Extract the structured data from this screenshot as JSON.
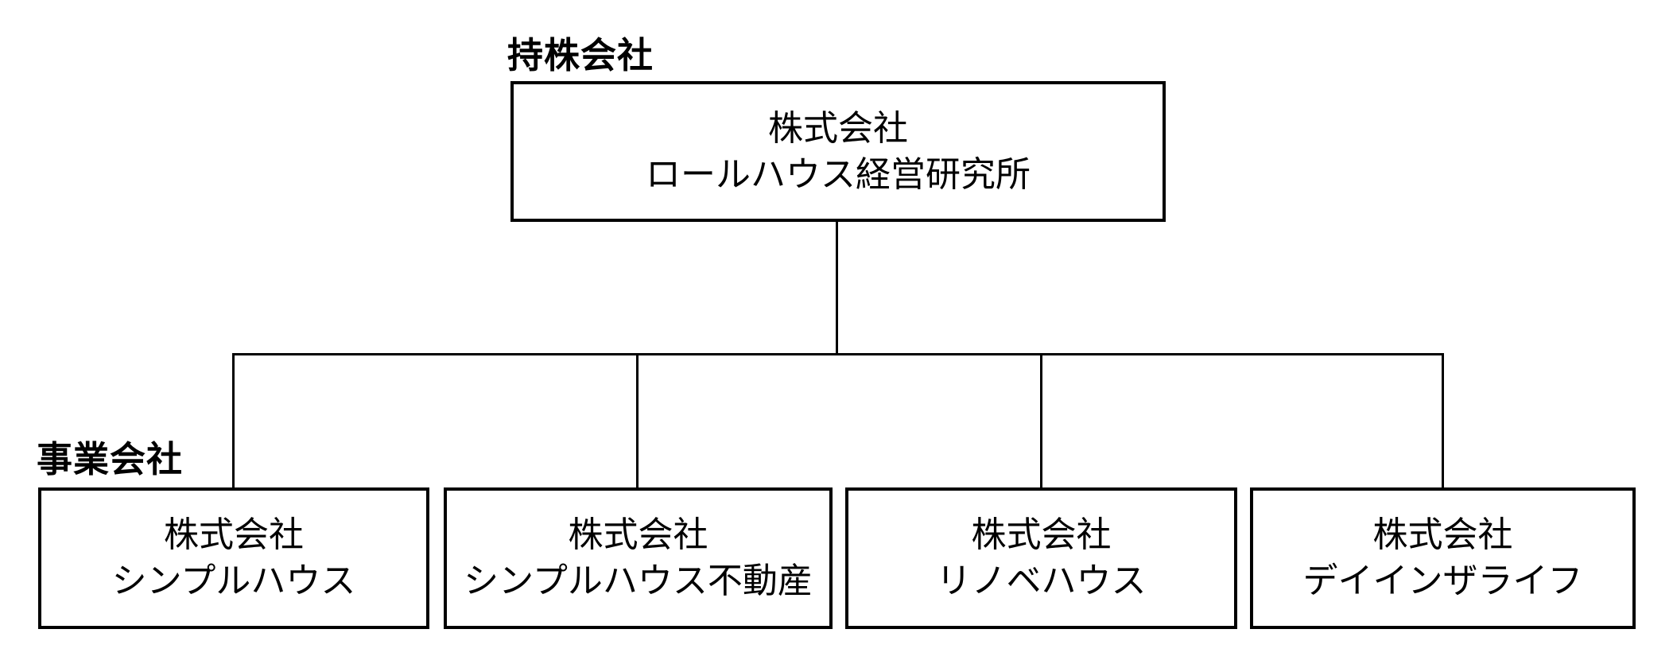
{
  "diagram": {
    "type": "org-chart",
    "tiers": {
      "holding_label": "持株会社",
      "business_label": "事業会社"
    },
    "holding_company": {
      "line1": "株式会社",
      "line2": "ロールハウス経営研究所"
    },
    "subsidiaries": [
      {
        "line1": "株式会社",
        "line2": "シンプルハウス"
      },
      {
        "line1": "株式会社",
        "line2": "シンプルハウス不動産"
      },
      {
        "line1": "株式会社",
        "line2": "リノベハウス"
      },
      {
        "line1": "株式会社",
        "line2": "デイインザライフ"
      }
    ],
    "colors": {
      "background": "#ffffff",
      "line": "#000000",
      "text": "#000000"
    }
  }
}
